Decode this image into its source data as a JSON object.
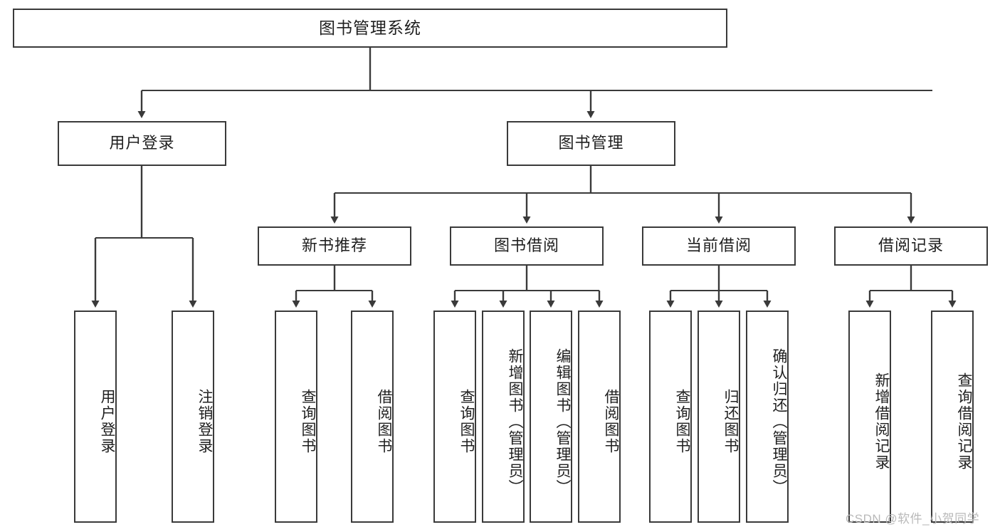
{
  "diagram": {
    "title": "图书管理系统",
    "type": "hierarchy-tree",
    "colors": {
      "stroke": "#3a3a3a",
      "text": "#1f1f1f",
      "background": "#ffffff",
      "watermark": "#b9b9b9"
    },
    "root": {
      "label": "图书管理系统"
    },
    "level2": [
      {
        "label": "用户登录"
      },
      {
        "label": "图书管理"
      }
    ],
    "level3": [
      {
        "label": "新书推荐"
      },
      {
        "label": "图书借阅"
      },
      {
        "label": "当前借阅"
      },
      {
        "label": "借阅记录"
      }
    ],
    "leaves": {
      "user_login": [
        {
          "label": "用户登录"
        },
        {
          "label": "注销登录"
        }
      ],
      "new_book_recommend": [
        {
          "label": "查询图书"
        },
        {
          "label": "借阅图书"
        }
      ],
      "book_borrow": [
        {
          "label": "查询图书"
        },
        {
          "label": "新增图书（管理员）"
        },
        {
          "label": "编辑图书（管理员）"
        },
        {
          "label": "借阅图书"
        }
      ],
      "current_borrow": [
        {
          "label": "查询图书"
        },
        {
          "label": "归还图书"
        },
        {
          "label": "确认归还（管理员）"
        }
      ],
      "borrow_record": [
        {
          "label": "新增借阅记录"
        },
        {
          "label": "查询借阅记录"
        }
      ]
    }
  },
  "watermark": {
    "text": "CSDN @软件_小贺同学"
  }
}
